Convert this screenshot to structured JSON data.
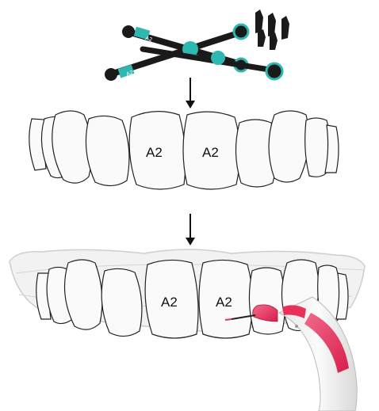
{
  "steps": [
    {
      "id": "syringes",
      "item": "composite-syringes"
    },
    {
      "id": "wax-up",
      "tooth_labels": [
        "A2",
        "A2"
      ]
    },
    {
      "id": "injection",
      "tooth_labels": [
        "A2",
        "A2"
      ],
      "tool": "injection-dispenser"
    }
  ],
  "syringe_text": {
    "shade_a": "A2",
    "shade_b": "A2"
  },
  "colors": {
    "syringe_cap": "#2fb7b0",
    "syringe_body": "#1a1a1a",
    "tool_accent": "#e8305a",
    "tool_body": "#f4f4f4",
    "outline": "#222222"
  },
  "icons": [
    "arrow-down-icon",
    "arrow-down-icon"
  ]
}
